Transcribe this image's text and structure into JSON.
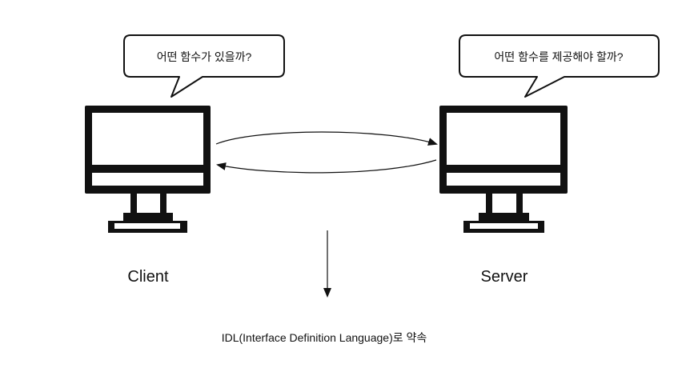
{
  "client": {
    "label": "Client",
    "speech": "어떤 함수가 있을까?"
  },
  "server": {
    "label": "Server",
    "speech": "어떤 함수를 제공해야 할까?"
  },
  "footer": {
    "caption": "IDL(Interface Definition Language)로 약속"
  },
  "colors": {
    "stroke": "#111111",
    "background": "#ffffff"
  },
  "icons": {
    "client": "monitor-icon",
    "server": "monitor-icon"
  }
}
